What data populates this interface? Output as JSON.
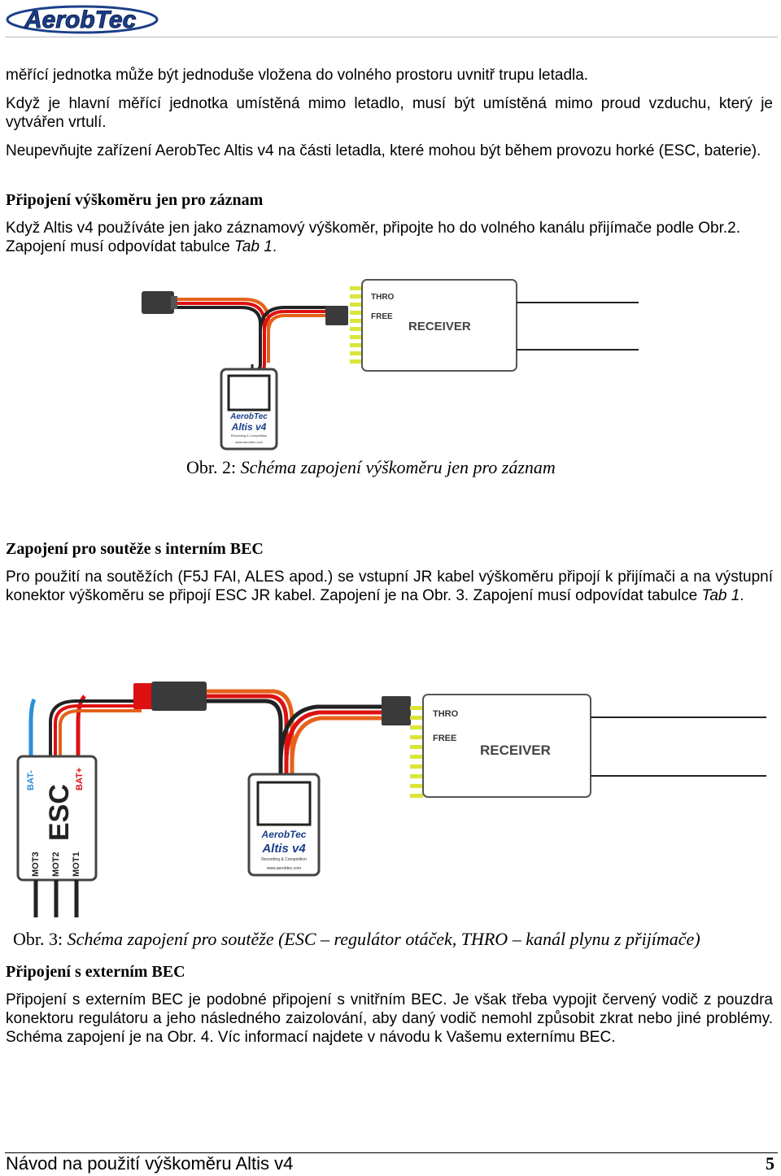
{
  "header": {
    "logo_text": "AerobTec"
  },
  "paragraphs": {
    "p1": "měřící jednotka může být jednoduše vložena do volného prostoru uvnitř trupu letadla.",
    "p2": "Když je hlavní měřící jednotka umístěná mimo letadlo, musí být umístěná mimo proud vzduchu, který je vytvářen vrtulí.",
    "p3": "Neupevňujte zařízení AerobTec Altis v4 na části letadla, které mohou být během provozu horké (ESC, baterie).",
    "p4_a": "Když  Altis v4 používáte jen jako záznamový výškoměr, připojte ho do volného kanálu přijímače podle Obr.2. Zapojení musí odpovídat  tabulce ",
    "p4_ref": "Tab 1",
    "p4_b": ".",
    "p5_a": "Pro použití na soutěžích (F5J FAI, ALES apod.) se vstupní JR kabel výškoměru připojí k přijímači a na výstupní konektor výškoměru se připojí ESC JR kabel. Zapojení je na Obr. 3. Zapojení musí odpovídat tabulce ",
    "p5_ref": "Tab 1",
    "p5_b": ".",
    "p6": "Připojení s externím BEC je podobné připojení s vnitřním BEC. Je však třeba vypojit červený vodič z pouzdra konektoru regulátoru a jeho následného zaizolování, aby daný vodič nemohl způsobit zkrat nebo jiné problémy. Schéma zapojení je na Obr. 4. Víc informací najdete v návodu k Vašemu externímu BEC."
  },
  "headings": {
    "h1": "Připojení výškoměru jen pro záznam",
    "h2": "Zapojení pro soutěže s interním BEC",
    "h3": "Připojení s externím BEC"
  },
  "figures": {
    "fig2": {
      "caption_prefix": "Obr. 2: ",
      "caption_text": "Schéma zapojení výškoměru jen pro záznam",
      "receiver_label": "RECEIVER",
      "thro_label": "THRO",
      "free_label": "FREE",
      "device_brand": "AerobTec",
      "device_model": "Altis v4",
      "device_sub": "Recording & Competition",
      "device_url": "www.aerobtec.com"
    },
    "fig3": {
      "caption_prefix": "Obr. 3: ",
      "caption_text": "Schéma zapojení pro soutěže (ESC – regulátor otáček, THRO – kanál plynu z přijímače)",
      "receiver_label": "RECEIVER",
      "thro_label": "THRO",
      "free_label": "FREE",
      "esc_label": "ESC",
      "bat_minus": "BAT-",
      "bat_plus": "BAT+",
      "mot1": "MOT1",
      "mot2": "MOT2",
      "mot3": "MOT3",
      "device_brand": "AerobTec",
      "device_model": "Altis v4",
      "device_sub": "Recording & Competition",
      "device_url": "www.aerobtec.com"
    }
  },
  "footer": {
    "title": "Návod na použití výškoměru Altis v4",
    "page_number": "5"
  }
}
